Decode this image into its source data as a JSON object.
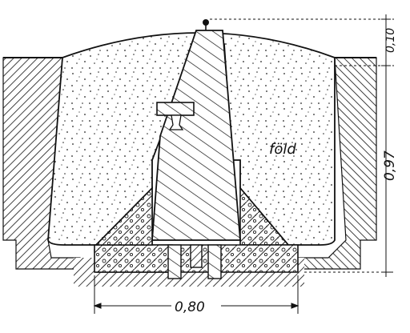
{
  "labels": {
    "soil": "föld",
    "dim_top": "0,10",
    "dim_right": "0,97",
    "dim_bottom": "0,80"
  },
  "colors": {
    "ink": "#111111",
    "paper": "#ffffff"
  }
}
